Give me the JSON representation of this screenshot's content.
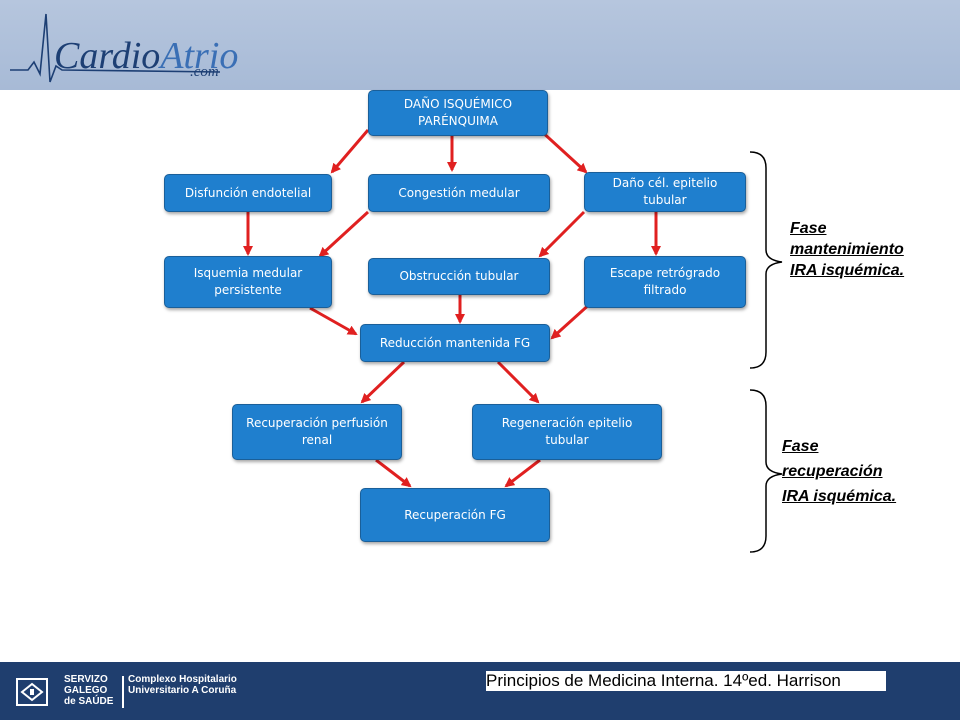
{
  "header": {
    "logo_main": "Cardio",
    "logo_accent": "Atrio",
    "logo_suffix": ".com",
    "colors": {
      "band": "#a7bad6",
      "logo": "#1d3f74"
    }
  },
  "diagram": {
    "nodes": {
      "dano_isquemico": "DAÑO ISQUÉMICO PARÉNQUIMA",
      "disfuncion_endotelial": "Disfunción endotelial",
      "congestion_medular": "Congestión medular",
      "dano_epitelio": "Daño cél. epitelio tubular",
      "isquemia_medular": "Isquemia medular persistente",
      "obstruccion_tubular": "Obstrucción tubular",
      "escape_retrogrado": "Escape retrógrado filtrado",
      "reduccion_fg": "Reducción mantenida FG",
      "recuperacion_perfusion": "Recuperación perfusión renal",
      "regeneracion_epitelio": "Regeneración epitelio tubular",
      "recuperacion_fg": "Recuperación FG"
    },
    "edges": [
      [
        "dano_isquemico",
        "disfuncion_endotelial"
      ],
      [
        "dano_isquemico",
        "congestion_medular"
      ],
      [
        "dano_isquemico",
        "dano_epitelio"
      ],
      [
        "disfuncion_endotelial",
        "isquemia_medular"
      ],
      [
        "congestion_medular",
        "isquemia_medular"
      ],
      [
        "dano_epitelio",
        "obstruccion_tubular"
      ],
      [
        "dano_epitelio",
        "escape_retrogrado"
      ],
      [
        "isquemia_medular",
        "reduccion_fg"
      ],
      [
        "obstruccion_tubular",
        "reduccion_fg"
      ],
      [
        "escape_retrogrado",
        "reduccion_fg"
      ],
      [
        "reduccion_fg",
        "recuperacion_perfusion"
      ],
      [
        "reduccion_fg",
        "regeneracion_epitelio"
      ],
      [
        "recuperacion_perfusion",
        "recuperacion_fg"
      ],
      [
        "regeneracion_epitelio",
        "recuperacion_fg"
      ]
    ],
    "colors": {
      "box": "#1f7fce",
      "arrow": "#e02020",
      "text": "#ffffff"
    }
  },
  "phases": {
    "mantenimiento": [
      "Fase",
      "mantenimiento",
      "IRA isquémica."
    ],
    "recuperacion": [
      "Fase",
      "recuperación",
      "IRA isquémica."
    ]
  },
  "footer": {
    "institution_org": "SERVIZO GALEGO de SAÚDE",
    "institution_hospital": "Complexo Hospitalario Universitario A Coruña",
    "reference": "Principios de Medicina Interna. 14ºed. Harrison",
    "colors": {
      "band": "#1f3e6e"
    }
  }
}
